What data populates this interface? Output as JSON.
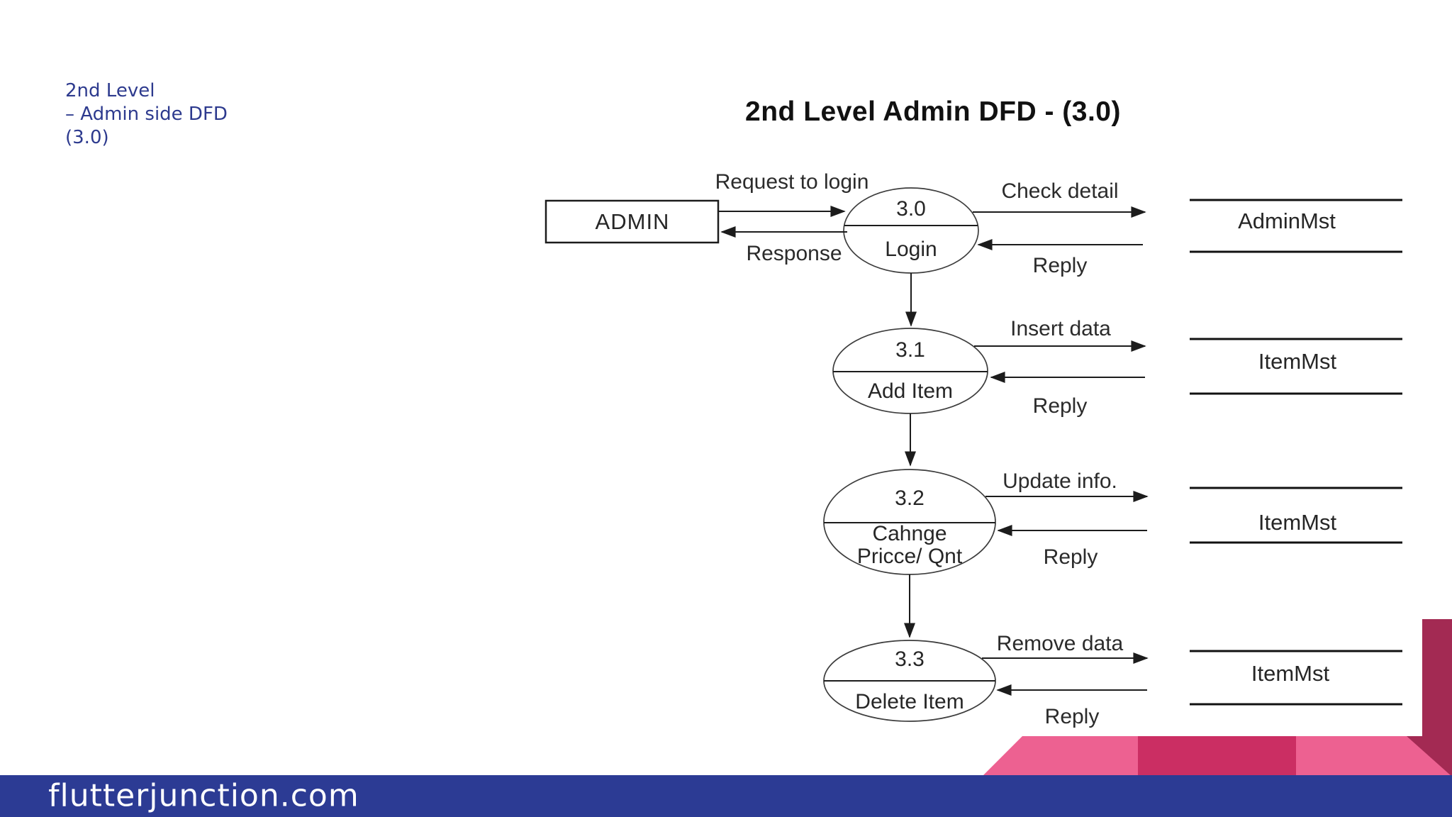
{
  "header": {
    "lines": [
      "2nd Level",
      "– Admin side DFD",
      "(3.0)"
    ],
    "color": "#2D3A8E"
  },
  "title": {
    "text": "2nd Level Admin DFD - (3.0)"
  },
  "diagram": {
    "external_entity": "ADMIN",
    "processes": [
      {
        "id": "3.0",
        "name": "Login"
      },
      {
        "id": "3.1",
        "name": "Add Item"
      },
      {
        "id": "3.2",
        "name_lines": [
          "Cahnge",
          "Pricce/ Qnt"
        ]
      },
      {
        "id": "3.3",
        "name": "Delete Item"
      }
    ],
    "data_stores": [
      "AdminMst",
      "ItemMst",
      "ItemMst",
      "ItemMst"
    ],
    "flows": {
      "request": "Request to login",
      "response": "Response",
      "check": "Check detail",
      "reply_row1": "Reply",
      "insert": "Insert data",
      "reply_row2": "Reply",
      "update": "Update info.",
      "reply_row3": "Reply",
      "remove": "Remove data",
      "reply_row4": "Reply"
    }
  },
  "footer": {
    "site": "flutterjunction.com",
    "bar_color": "#2C3B94"
  },
  "decor": {
    "pink": "#ED6191",
    "magenta": "#CB2E63",
    "maroon": "#A32A53"
  }
}
